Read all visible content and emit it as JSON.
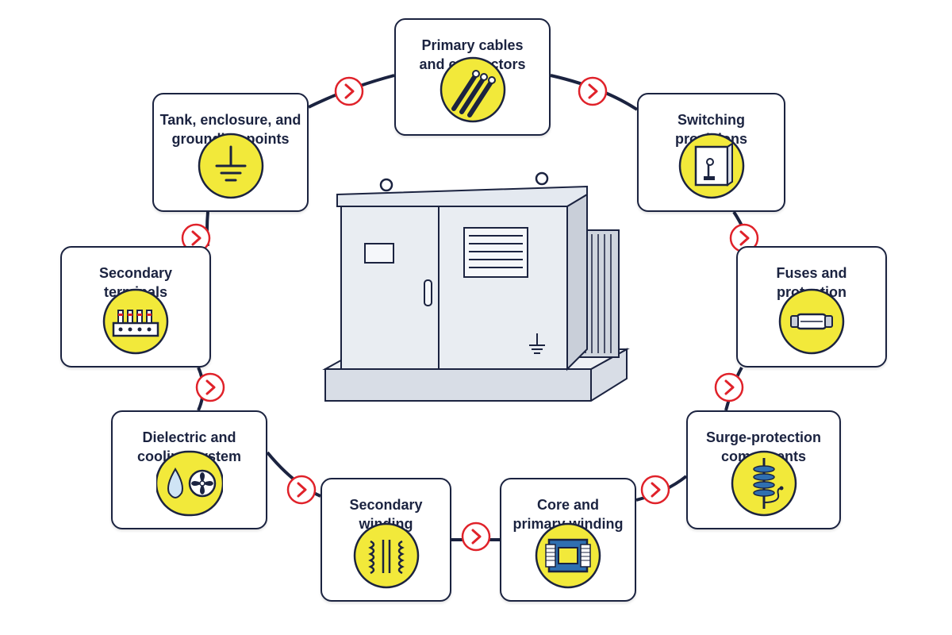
{
  "nodes": [
    {
      "id": "primary-cables",
      "label": "Primary cables\nand connectors",
      "icon": "cable-icon"
    },
    {
      "id": "switching",
      "label": "Switching\nprovisions",
      "icon": "switch-box-icon"
    },
    {
      "id": "fuses",
      "label": "Fuses and\nprotection",
      "icon": "fuse-icon"
    },
    {
      "id": "surge",
      "label": "Surge-protection\ncomponents",
      "icon": "surge-arrester-icon"
    },
    {
      "id": "core-primary",
      "label": "Core and\nprimary winding",
      "icon": "transformer-core-icon"
    },
    {
      "id": "secondary-winding",
      "label": "Secondary\nwinding",
      "icon": "winding-coil-icon"
    },
    {
      "id": "dielectric",
      "label": "Dielectric and\ncooling system",
      "icon": "oil-drop-fan-icon"
    },
    {
      "id": "secondary-terms",
      "label": "Secondary\nterminals",
      "icon": "terminal-block-icon"
    },
    {
      "id": "tank",
      "label": "Tank, enclosure, and\ngrounding points",
      "icon": "ground-icon"
    }
  ],
  "center": {
    "icon": "pad-mounted-transformer-icon"
  },
  "colors": {
    "accent": "#f2e93a",
    "outline": "#1b2340",
    "arrow": "#e0222a",
    "metal": "#e4e9f0",
    "core_blue": "#2f6fb0"
  }
}
